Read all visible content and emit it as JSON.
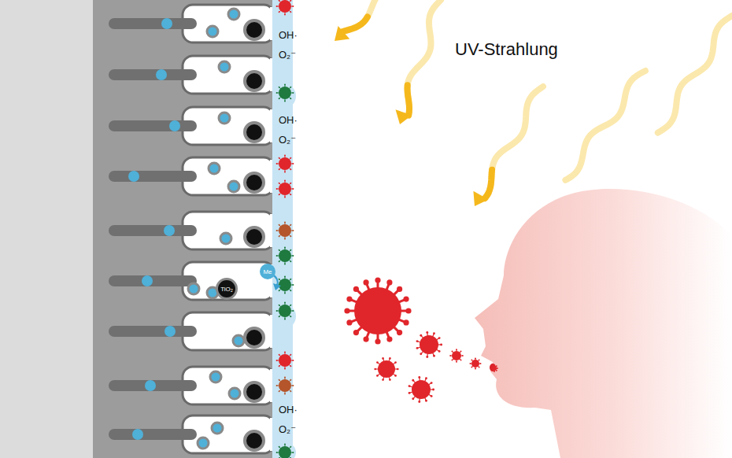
{
  "diagram": {
    "nodes": [
      {
        "text": [
          "TiO₂"
        ]
      },
      {
        "text": [
          "Me"
        ]
      }
    ],
    "labels": [
      "UV-Strahlung",
      "OH·",
      "O₂⁻",
      "OH·",
      "O₂⁻",
      "OH·",
      "O₂⁻"
    ]
  }
}
